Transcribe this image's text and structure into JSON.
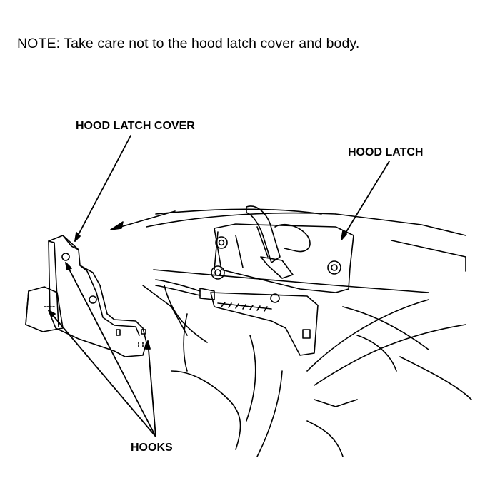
{
  "note": "NOTE:  Take care not to the hood latch cover and body.",
  "labels": {
    "hood_latch_cover": "HOOD LATCH COVER",
    "hood_latch": "HOOD LATCH",
    "hooks": "HOOKS"
  },
  "colors": {
    "ink": "#000000",
    "background": "#ffffff"
  }
}
